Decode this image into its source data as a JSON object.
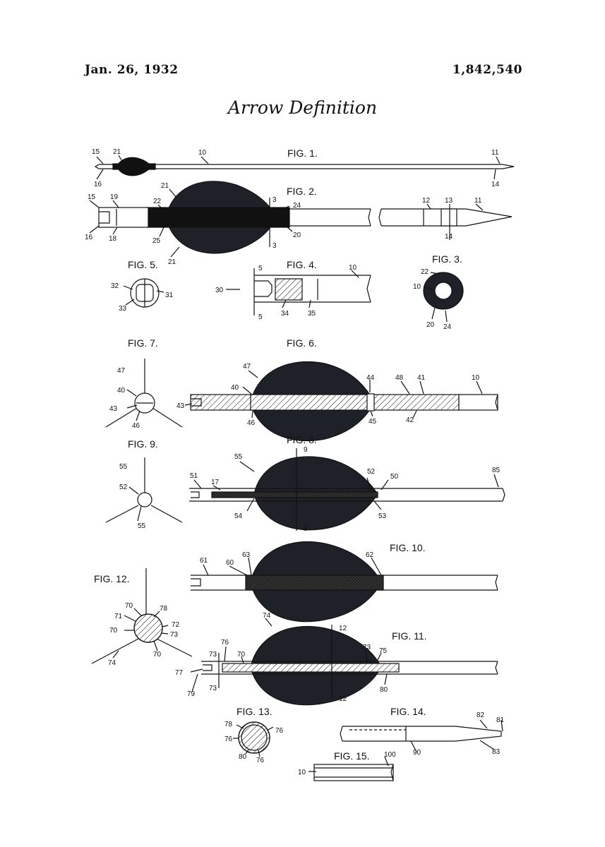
{
  "header": {
    "date": "Jan. 26, 1932",
    "patent_number": "1,842,540"
  },
  "title": "Arrow Definition",
  "figures": {
    "fig1": "FIG. 1.",
    "fig2": "FIG. 2.",
    "fig3": "FIG. 3.",
    "fig4": "FIG. 4.",
    "fig5": "FIG. 5.",
    "fig6": "FIG. 6.",
    "fig7": "FIG. 7.",
    "fig8": "FIG. 8.",
    "fig9": "FIG. 9.",
    "fig10": "FIG. 10.",
    "fig11": "FIG. 11.",
    "fig12": "FIG. 12.",
    "fig13": "FIG. 13.",
    "fig14": "FIG. 14.",
    "fig15": "FIG. 15."
  },
  "labels": {
    "fig1": [
      "15",
      "21",
      "10",
      "11",
      "16",
      "14"
    ],
    "fig2": [
      "21",
      "15",
      "19",
      "22",
      "3",
      "24",
      "12",
      "13",
      "11",
      "16",
      "18",
      "25",
      "20",
      "3",
      "14",
      "21"
    ],
    "fig3": [
      "22",
      "10",
      "20",
      "24"
    ],
    "fig4": [
      "5",
      "10",
      "30",
      "5",
      "34",
      "35"
    ],
    "fig5": [
      "32",
      "31",
      "33"
    ],
    "fig6": [
      "47",
      "44",
      "48",
      "41",
      "10",
      "40",
      "43",
      "46",
      "45",
      "42"
    ],
    "fig7": [
      "47",
      "40",
      "43",
      "46"
    ],
    "fig8": [
      "9",
      "55",
      "52",
      "50",
      "85",
      "51",
      "17",
      "54",
      "53",
      "9"
    ],
    "fig9": [
      "55",
      "52",
      "55"
    ],
    "fig10": [
      "61",
      "63",
      "62",
      "60"
    ],
    "fig11": [
      "74",
      "12",
      "73",
      "75",
      "76",
      "73",
      "70",
      "77",
      "79",
      "73",
      "80",
      "12"
    ],
    "fig12": [
      "70",
      "78",
      "71",
      "72",
      "70",
      "73",
      "70",
      "74"
    ],
    "fig13": [
      "78",
      "76",
      "76",
      "80",
      "76"
    ],
    "fig14": [
      "82",
      "81",
      "90",
      "83"
    ],
    "fig15": [
      "100",
      "10"
    ]
  },
  "colors": {
    "ink": "#111111",
    "fletch": "#1e2228",
    "paper": "#ffffff"
  }
}
